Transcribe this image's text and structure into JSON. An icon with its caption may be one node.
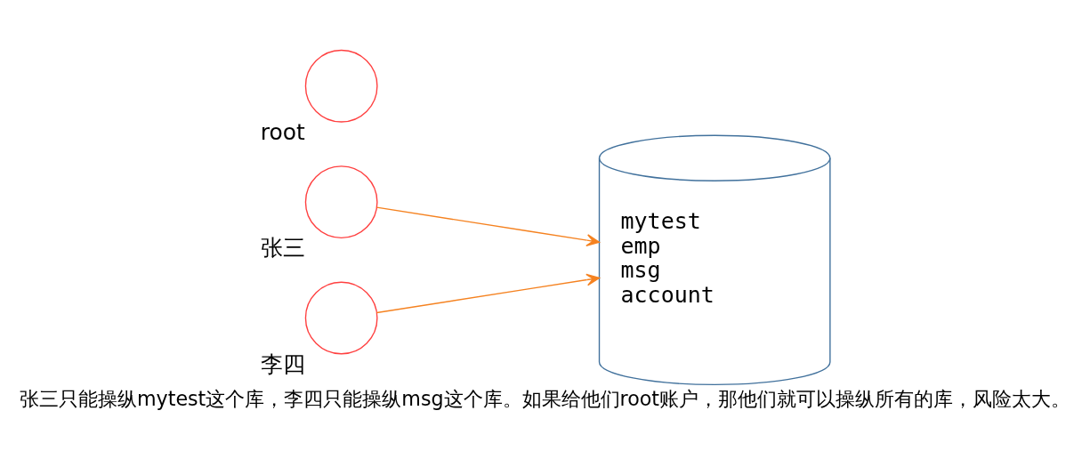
{
  "diagram": {
    "caption": "张三只能操纵mytest这个库，李四只能操纵msg这个库。如果给他们root账户，那他们就可以操纵所有的库，风险太大。",
    "nodes": [
      {
        "text": [],
        "shape": "circle",
        "beside": [
          "root"
        ]
      },
      {
        "text": [],
        "shape": "circle",
        "beside": [
          "张三"
        ]
      },
      {
        "text": [],
        "shape": "circle",
        "beside": [
          "李四"
        ]
      },
      {
        "text": [
          "mytest",
          "emp",
          "msg",
          "account"
        ]
      }
    ],
    "edges": [
      {
        "from": 1,
        "to": 3,
        "arrow": "to"
      },
      {
        "from": 2,
        "to": 3,
        "arrow": "to"
      }
    ]
  }
}
